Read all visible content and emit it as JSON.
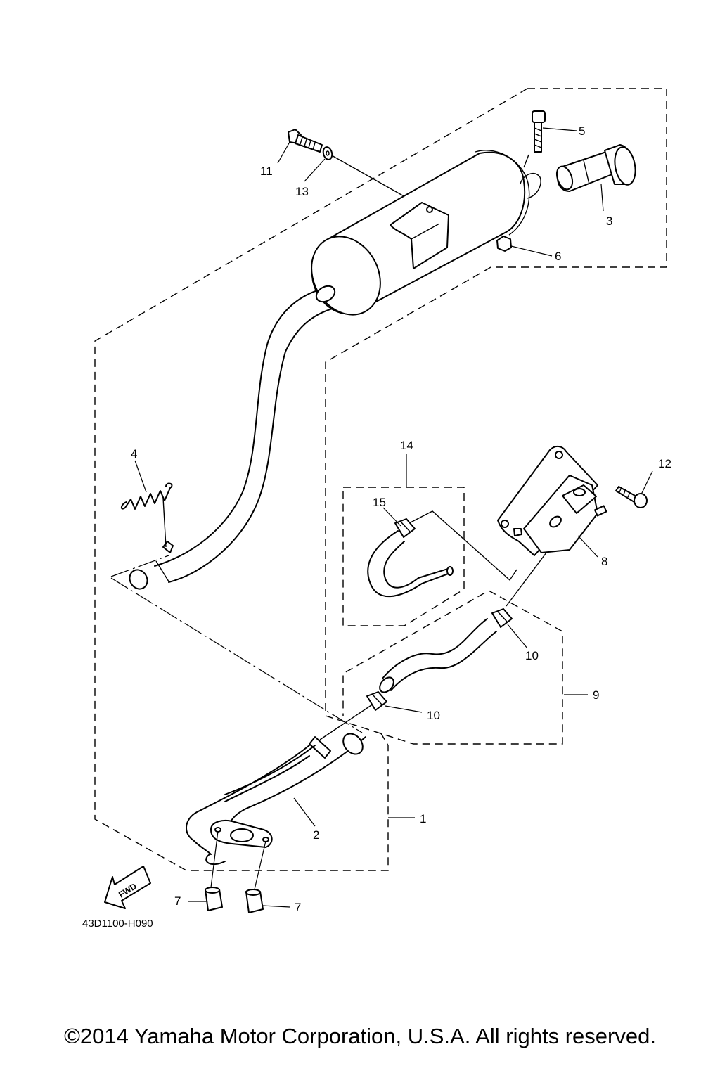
{
  "diagram_code": "43D1100-H090",
  "direction_arrow_label": "FWD",
  "copyright": "©2014 Yamaha Motor Corporation, U.S.A. All rights reserved.",
  "callouts": {
    "c1": "1",
    "c2": "2",
    "c3": "3",
    "c4": "4",
    "c5": "5",
    "c6": "6",
    "c7a": "7",
    "c7b": "7",
    "c8": "8",
    "c9": "9",
    "c10a": "10",
    "c10b": "10",
    "c11": "11",
    "c12": "12",
    "c13": "13",
    "c14": "14",
    "c15": "15"
  }
}
